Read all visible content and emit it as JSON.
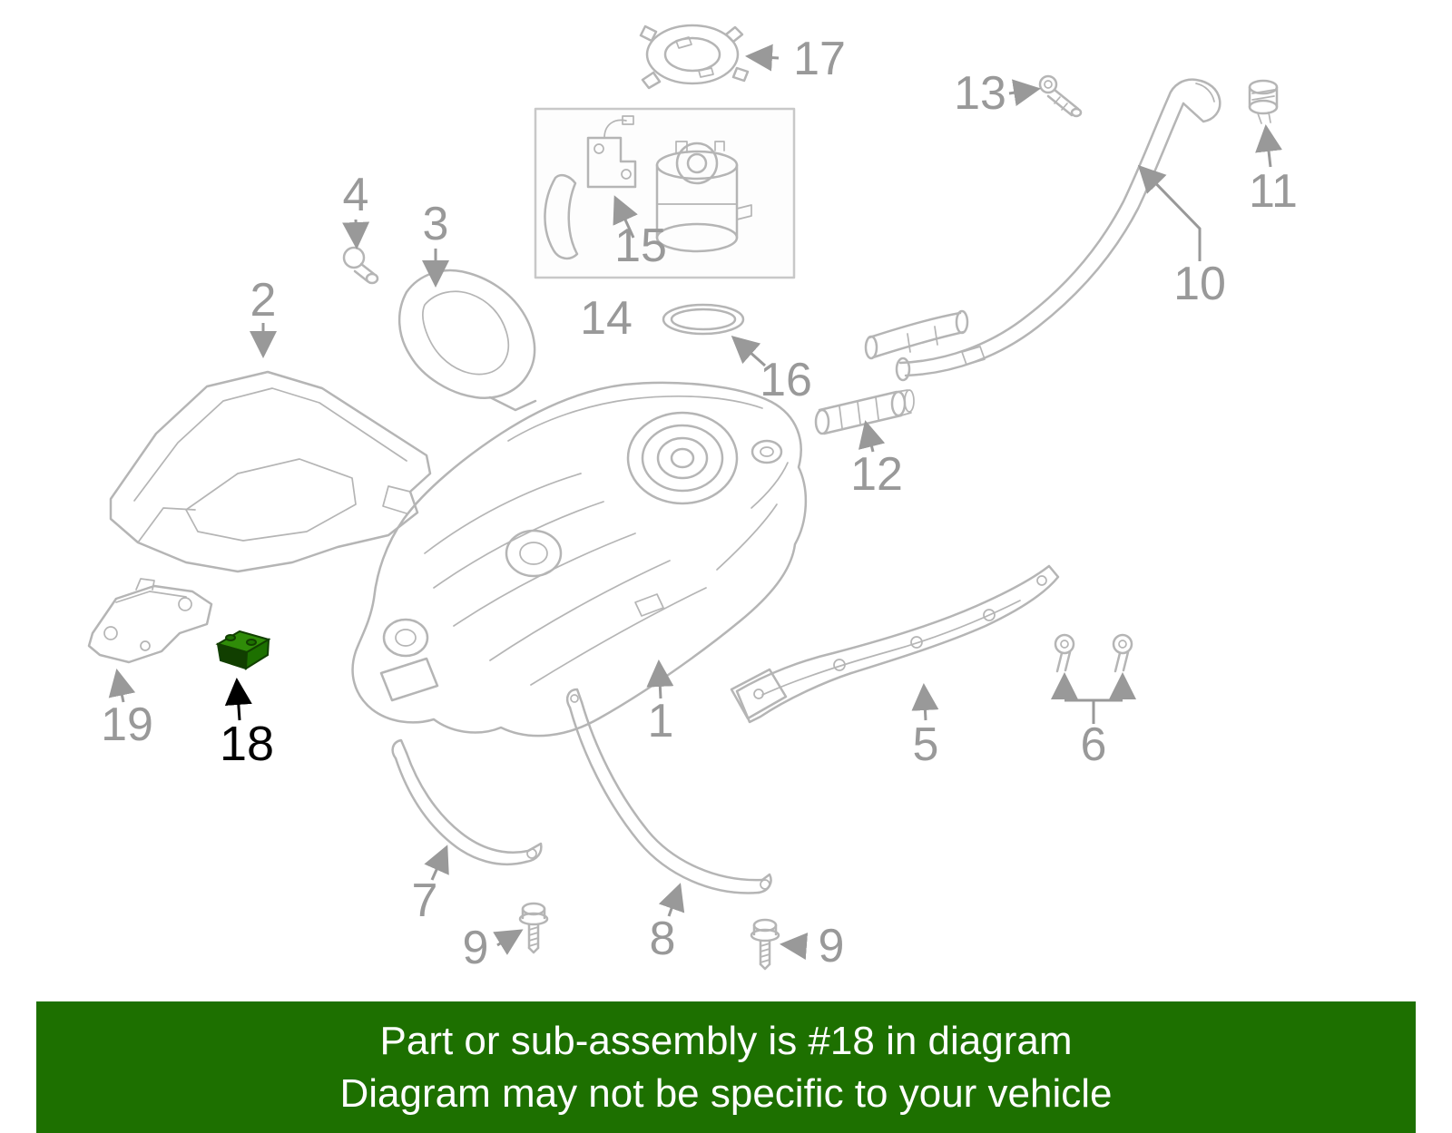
{
  "colors": {
    "banner_bg": "#1d7000",
    "banner_text": "#ffffff",
    "highlight": "#1d7000",
    "highlight_dark": "#113f00",
    "highlight_light": "#2f8c08",
    "line_art": "#b5b5b5",
    "label_text": "#999999",
    "highlight_label": "#000000",
    "box_border": "#c8c8c8"
  },
  "banner": {
    "line1": "Part or sub-assembly is #18 in diagram",
    "line2": "Diagram may not be specific to your vehicle"
  },
  "diagram": {
    "highlighted_part": "18",
    "part_numbers": {
      "n1": "1",
      "n2": "2",
      "n3": "3",
      "n4": "4",
      "n5": "5",
      "n6": "6",
      "n7": "7",
      "n8": "8",
      "n9_left": "9",
      "n9_right": "9",
      "n10": "10",
      "n11": "11",
      "n12": "12",
      "n13": "13",
      "n14": "14",
      "n15": "15",
      "n16": "16",
      "n17": "17",
      "n18": "18",
      "n19": "19"
    }
  }
}
